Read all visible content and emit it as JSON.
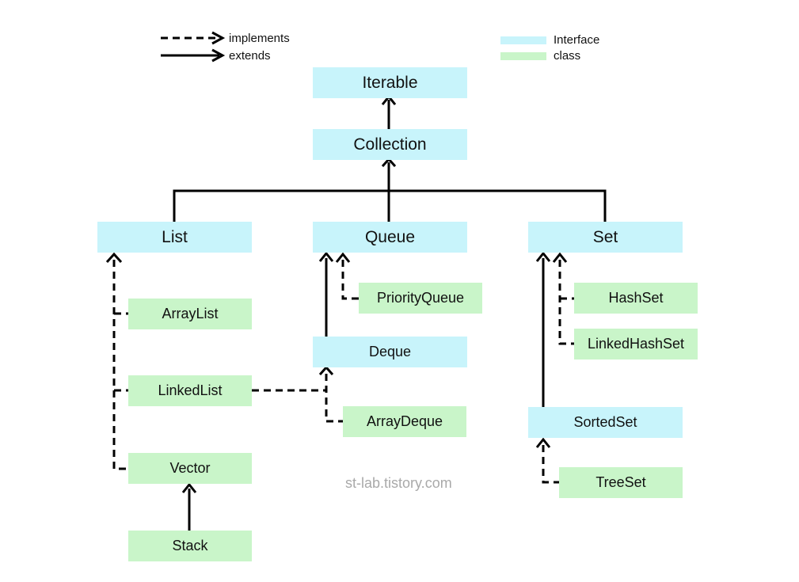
{
  "legend": {
    "implements": "implements",
    "extends": "extends",
    "interface": "Interface",
    "class": "class"
  },
  "colors": {
    "interface": "#c8f4fb",
    "class": "#c9f5c9",
    "line": "#000000",
    "watermark": "#a9a9a9"
  },
  "nodes": {
    "iterable": "Iterable",
    "collection": "Collection",
    "list": "List",
    "queue": "Queue",
    "set": "Set",
    "arraylist": "ArrayList",
    "linkedlist": "LinkedList",
    "vector": "Vector",
    "stack": "Stack",
    "priorityqueue": "PriorityQueue",
    "deque": "Deque",
    "arraydeque": "ArrayDeque",
    "hashset": "HashSet",
    "linkedhashset": "LinkedHashSet",
    "sortedset": "SortedSet",
    "treeset": "TreeSet"
  },
  "watermark": "st-lab.tistory.com"
}
